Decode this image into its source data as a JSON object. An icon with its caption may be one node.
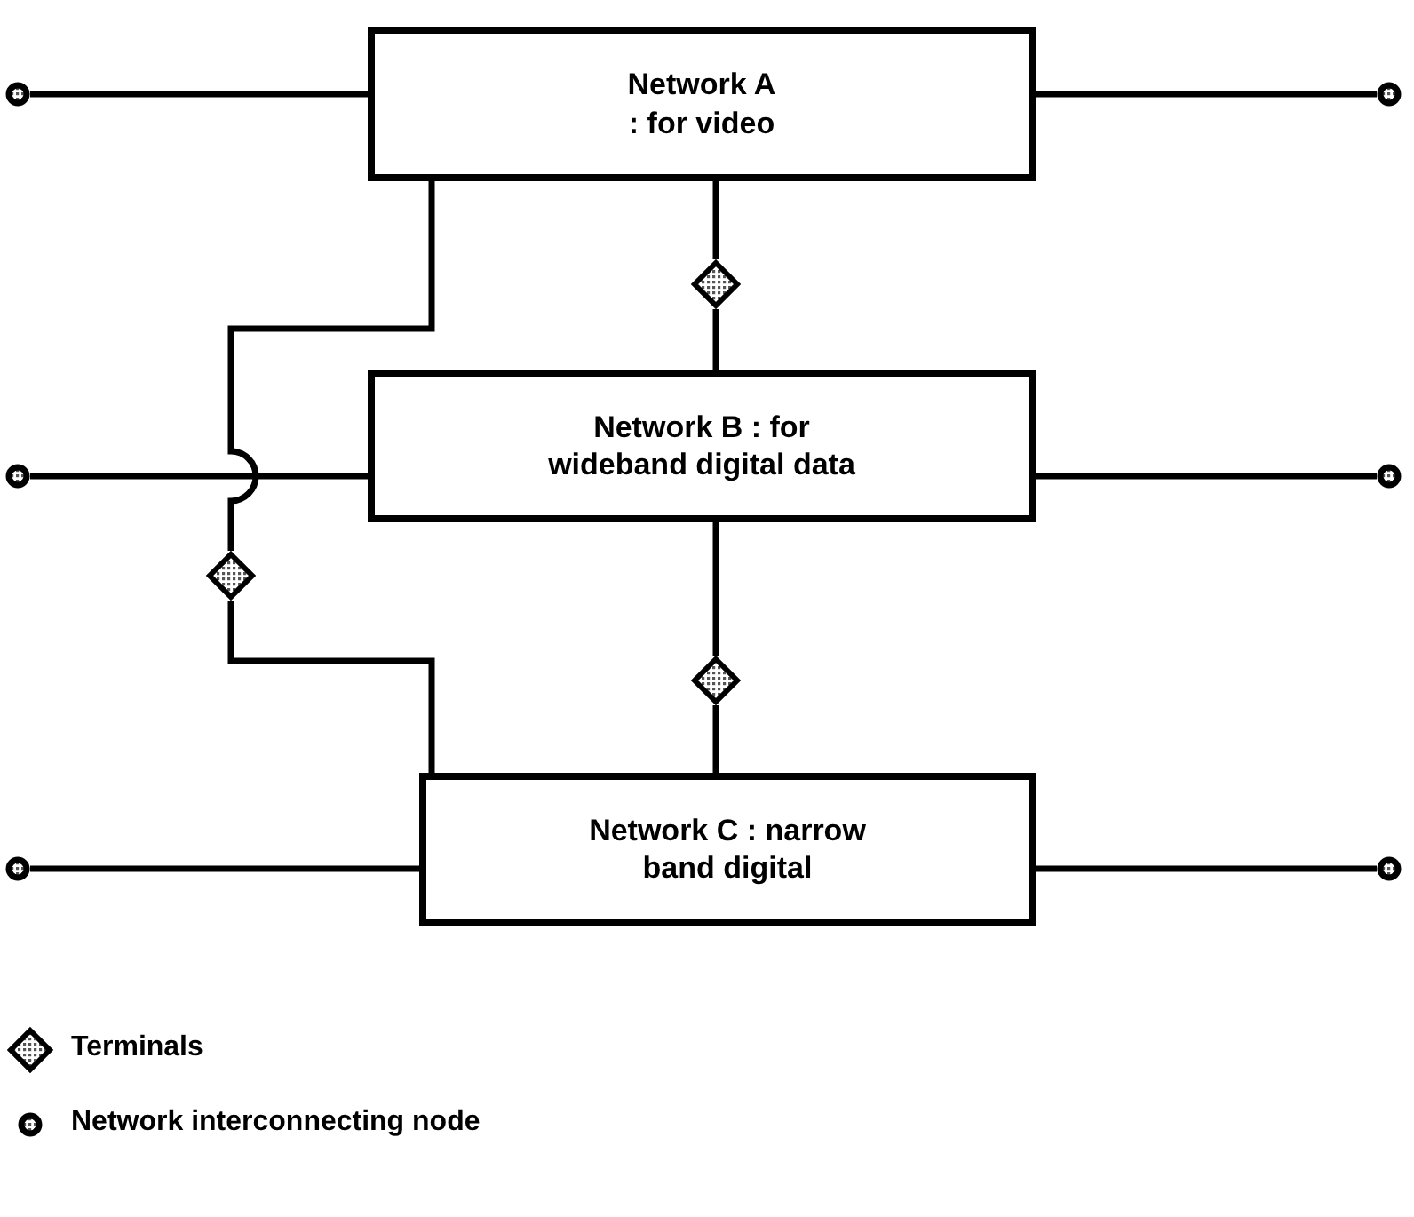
{
  "diagram": {
    "nodes": [
      {
        "text": [],
        "shape": "circle"
      },
      {
        "text": [
          "Network A : for video"
        ]
      },
      {
        "text": [],
        "shape": "circle"
      },
      {
        "text": [],
        "shape": "diamond"
      },
      {
        "text": [],
        "shape": "circle"
      },
      {
        "text": [
          "Network B : for wideband digital data"
        ]
      },
      {
        "text": [],
        "shape": "circle"
      },
      {
        "text": [],
        "shape": "diamond"
      },
      {
        "text": [],
        "shape": "diamond"
      },
      {
        "text": [],
        "shape": "circle"
      },
      {
        "text": [
          "Network C : narrow band digital"
        ]
      },
      {
        "text": [],
        "shape": "circle"
      }
    ],
    "edges": [
      {
        "from": 0,
        "to": 1,
        "arrow": "none"
      },
      {
        "from": 1,
        "to": 2,
        "arrow": "none"
      },
      {
        "from": 1,
        "to": 3,
        "arrow": "none"
      },
      {
        "from": 3,
        "to": 5,
        "arrow": "none"
      },
      {
        "from": 4,
        "to": 5,
        "arrow": "none"
      },
      {
        "from": 5,
        "to": 6,
        "arrow": "none"
      },
      {
        "from": 1,
        "to": 7,
        "arrow": "none"
      },
      {
        "from": 7,
        "to": 10,
        "arrow": "none"
      },
      {
        "from": 5,
        "to": 8,
        "arrow": "none"
      },
      {
        "from": 8,
        "to": 10,
        "arrow": "none"
      },
      {
        "from": 9,
        "to": 10,
        "arrow": "none"
      },
      {
        "from": 10,
        "to": 11,
        "arrow": "none"
      }
    ],
    "legend": [
      {
        "text": "Terminals"
      },
      {
        "text": "Network interconnecting node"
      }
    ]
  }
}
